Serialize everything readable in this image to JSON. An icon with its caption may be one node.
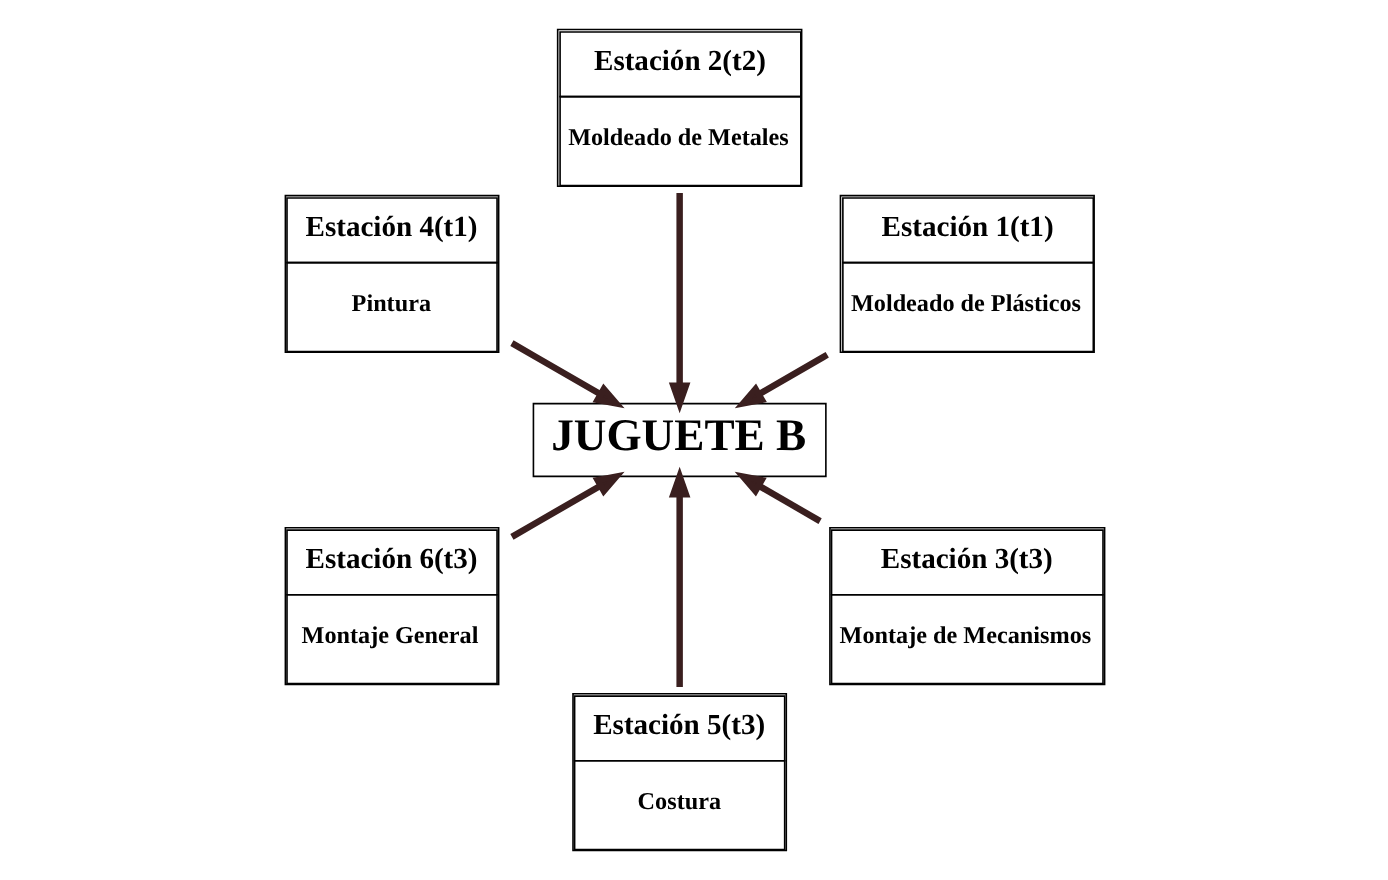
{
  "diagram": {
    "nodes": [
      {
        "text": [
          "Estación 1(t1)",
          "Moldeado de Plásticos"
        ]
      },
      {
        "text": [
          "Estación 2(t2)",
          "Moldeado de Metales"
        ]
      },
      {
        "text": [
          "Estación 4(t1)",
          "Pintura"
        ]
      },
      {
        "text": [
          "JUGUETE B"
        ]
      },
      {
        "text": [
          "Estación 6(t3)",
          "Montaje General"
        ]
      },
      {
        "text": [
          "Estación 5(t3)",
          "Costura"
        ]
      },
      {
        "text": [
          "Estación 3(t3)",
          "Montaje de Mecanismos"
        ]
      }
    ],
    "edges": [
      {
        "from": 0,
        "to": 3,
        "arrow": "to"
      },
      {
        "from": 1,
        "to": 3,
        "arrow": "to"
      },
      {
        "from": 2,
        "to": 3,
        "arrow": "to"
      },
      {
        "from": 4,
        "to": 3,
        "arrow": "to"
      },
      {
        "from": 5,
        "to": 3,
        "arrow": "to"
      },
      {
        "from": 6,
        "to": 3,
        "arrow": "to"
      }
    ]
  }
}
